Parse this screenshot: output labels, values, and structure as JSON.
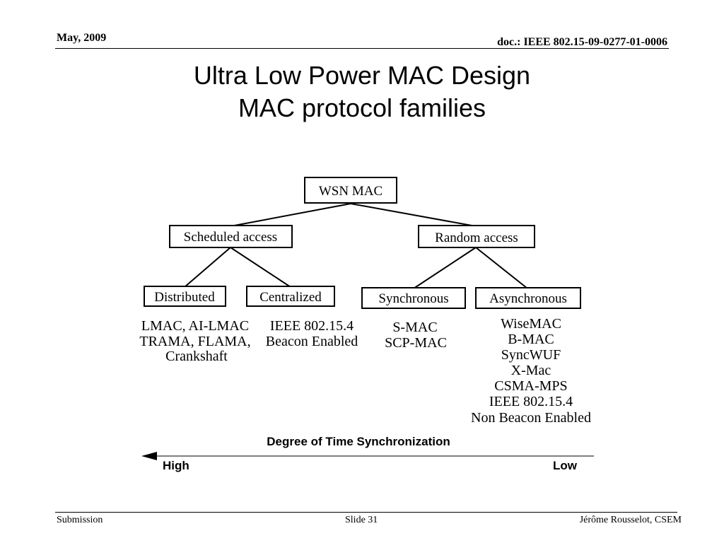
{
  "header": {
    "date": "May, 2009",
    "doc_id": "doc.: IEEE 802.15-09-0277-01-0006"
  },
  "title": {
    "line1": "Ultra Low Power MAC Design",
    "line2": "MAC protocol families"
  },
  "diagram": {
    "root": "WSN MAC",
    "scheduled": "Scheduled access",
    "random": "Random access",
    "distributed": "Distributed",
    "centralized": "Centralized",
    "synchronous": "Synchronous",
    "asynchronous": "Asynchronous",
    "distributed_protocols": [
      "LMAC, AI-LMAC",
      "TRAMA, FLAMA,",
      "Crankshaft"
    ],
    "centralized_protocols": [
      "IEEE 802.15.4",
      "Beacon Enabled"
    ],
    "synchronous_protocols": [
      "S-MAC",
      "SCP-MAC"
    ],
    "asynchronous_protocols": [
      "WiseMAC",
      "B-MAC",
      "SyncWUF",
      "X-Mac",
      "CSMA-MPS",
      "IEEE 802.15.4",
      "Non Beacon Enabled"
    ]
  },
  "axis": {
    "label": "Degree of Time Synchronization",
    "high": "High",
    "low": "Low"
  },
  "footer": {
    "left": "Submission",
    "center": "Slide 31",
    "right": "Jérôme Rousselot, CSEM"
  }
}
